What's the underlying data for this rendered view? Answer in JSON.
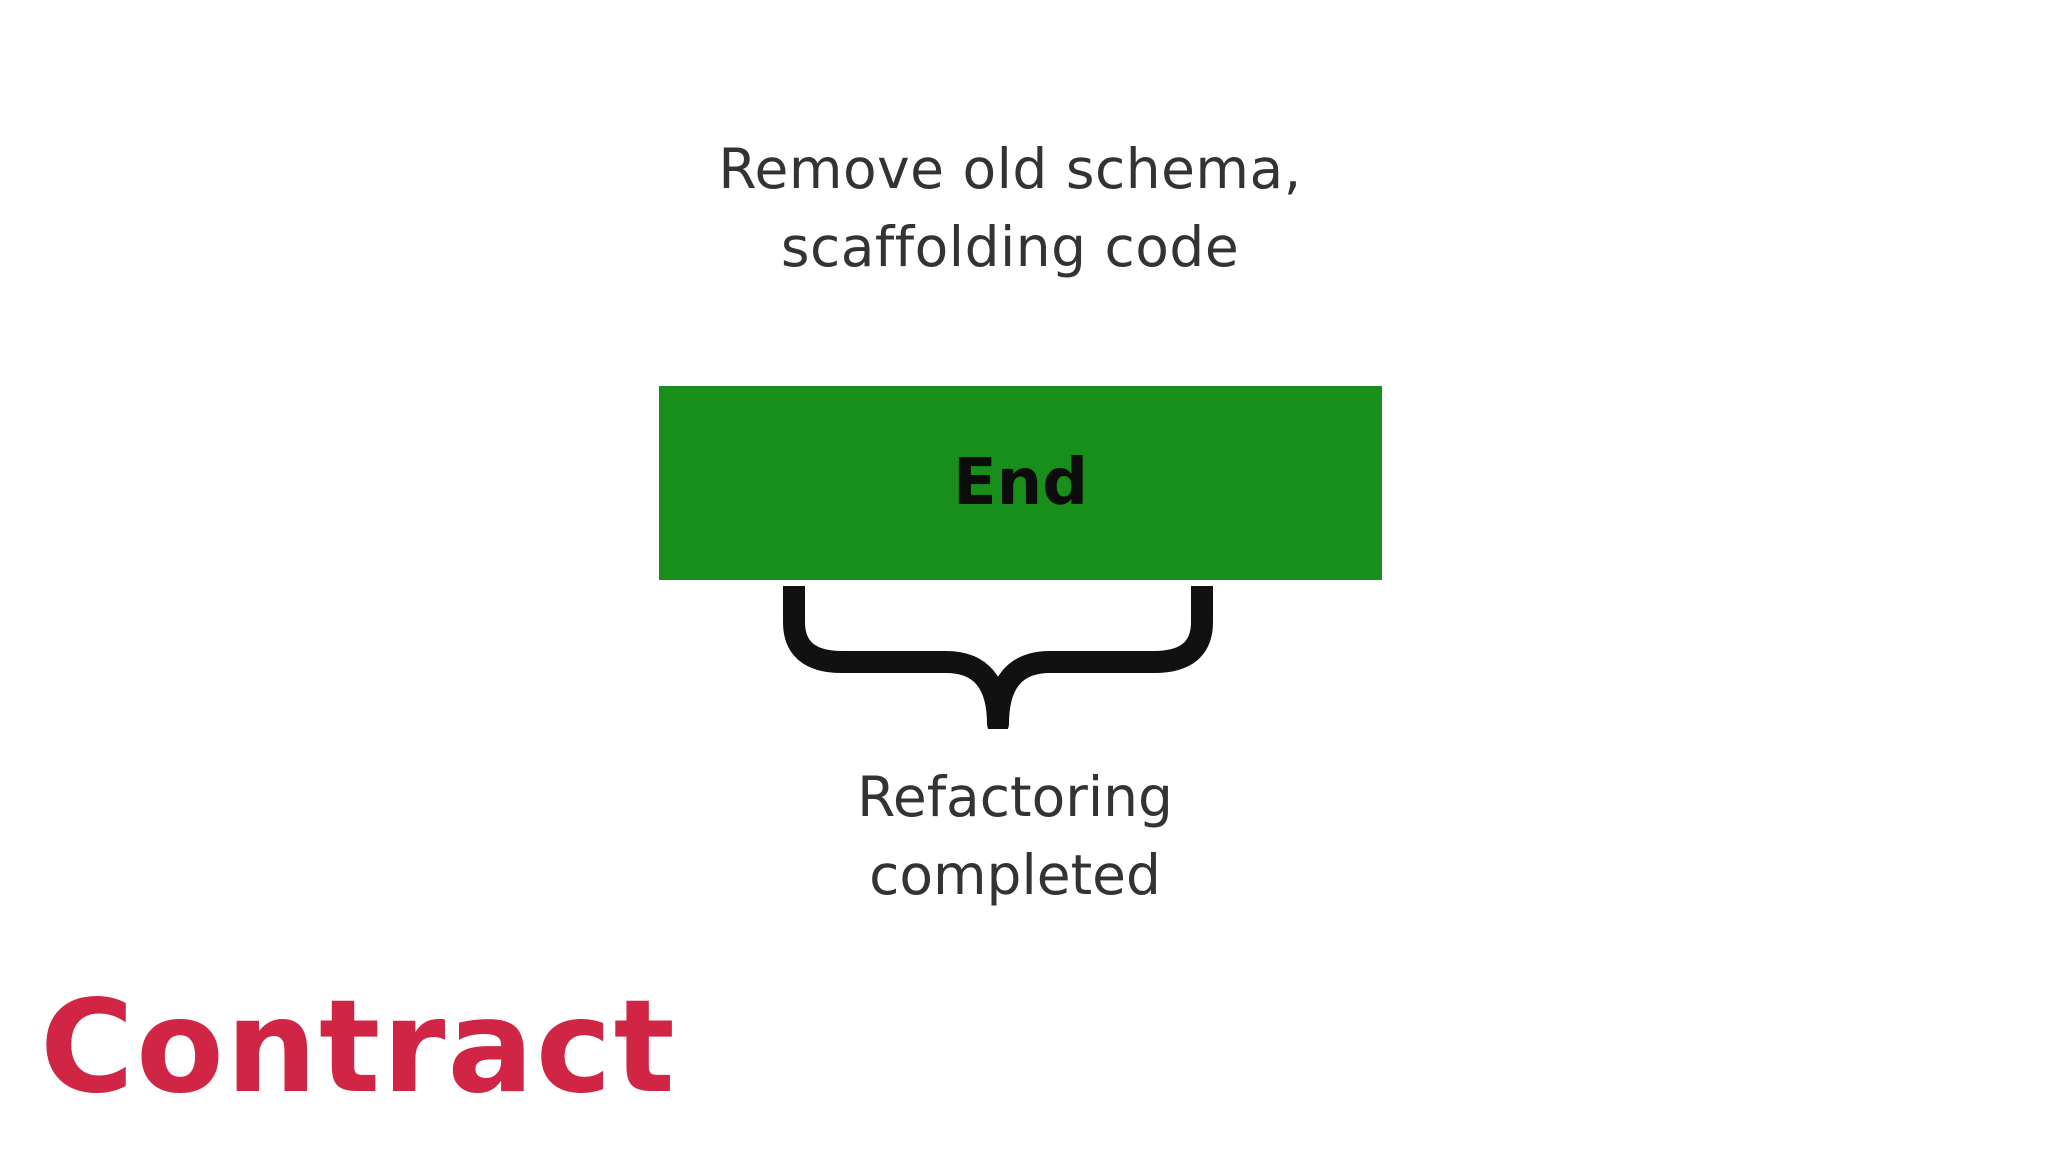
{
  "top_caption": {
    "line1": "Remove old schema,",
    "line2": "scaffolding code"
  },
  "end_box": {
    "label": "End",
    "color": "#188f1a"
  },
  "bottom_caption": {
    "line1": "Refactoring",
    "line2": "completed"
  },
  "phase_title": {
    "text": "Contract",
    "color": "#d12545"
  }
}
